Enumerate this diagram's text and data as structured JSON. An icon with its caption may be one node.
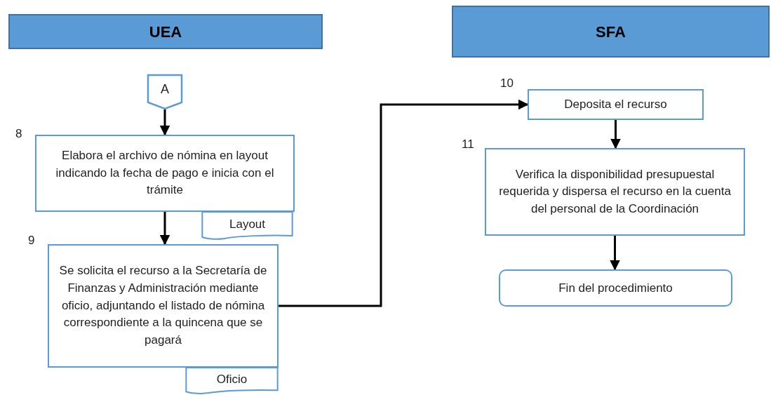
{
  "diagram": {
    "nodes": [
      {
        "text": [
          "UEA"
        ]
      },
      {
        "text": [
          "SFA"
        ]
      },
      {
        "text": [
          "A"
        ]
      },
      {
        "text": [
          "Elabora el archivo de nómina en layout indicando la fecha de pago e inicia con el trámite"
        ],
        "beside": [
          "8"
        ]
      },
      {
        "text": [
          "Layout"
        ]
      },
      {
        "text": [
          "Se solicita el recurso a la Secretaría de Finanzas y Administración mediante oficio, adjuntando el listado de nómina correspondiente a la quincena que se pagará"
        ],
        "beside": [
          "9"
        ]
      },
      {
        "text": [
          "Oficio"
        ]
      },
      {
        "text": [
          "Deposita el recurso"
        ],
        "beside": [
          "10"
        ]
      },
      {
        "text": [
          "Verifica la disponibilidad presupuestal requerida y dispersa el recurso en la cuenta del personal  de la Coordinación"
        ],
        "beside": [
          "11"
        ]
      },
      {
        "text": [
          "Fin del procedimiento"
        ]
      }
    ],
    "edges": [
      {
        "from": 2,
        "to": 3,
        "arrow": "to"
      },
      {
        "from": 3,
        "to": 5,
        "arrow": "to"
      },
      {
        "from": 5,
        "to": 7,
        "arrow": "to"
      },
      {
        "from": 7,
        "to": 8,
        "arrow": "to"
      },
      {
        "from": 8,
        "to": 9,
        "arrow": "to"
      }
    ]
  }
}
